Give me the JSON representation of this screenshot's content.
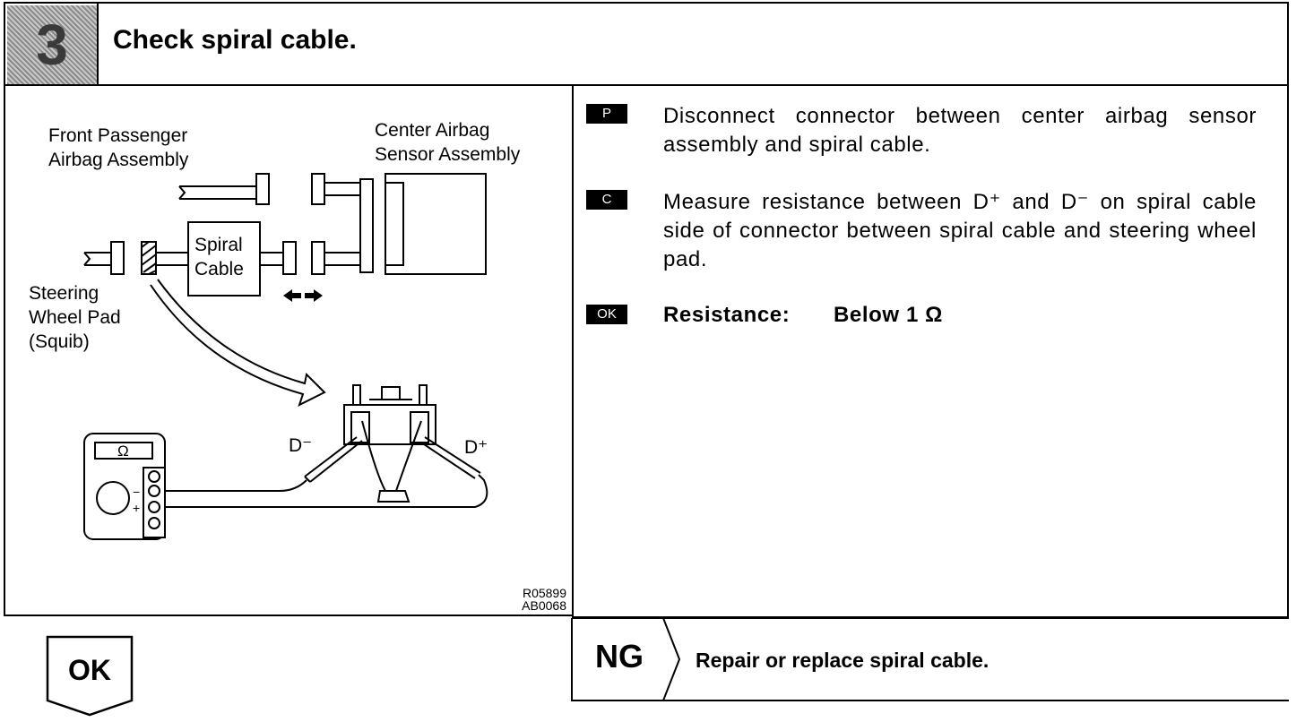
{
  "header": {
    "step_number": "3",
    "title": "Check spiral cable."
  },
  "diagram": {
    "labels": {
      "front_passenger": "Front Passenger\nAirbag Assembly",
      "center_sensor": "Center Airbag\nSensor Assembly",
      "spiral_cable": "Spiral\nCable",
      "steering_wheel_pad": "Steering\nWheel Pad\n(Squib)",
      "d_minus": "D⁻",
      "d_plus": "D⁺",
      "ohm_symbol": "Ω",
      "minus_sign": "−",
      "plus_sign": "+"
    },
    "figure_codes": [
      "R05899",
      "AB0068"
    ]
  },
  "instructions": [
    {
      "tag": "P",
      "text": "Disconnect connector between center airbag sensor assembly and spiral cable."
    },
    {
      "tag": "C",
      "text": "Measure resistance between D⁺ and D⁻ on spiral cable side of connector between spiral cable and steering wheel pad."
    },
    {
      "tag": "OK",
      "label": "Resistance:",
      "value": "Below 1 Ω"
    }
  ],
  "results": {
    "ok_label": "OK",
    "ng_label": "NG",
    "ng_action": "Repair or replace spiral cable."
  }
}
